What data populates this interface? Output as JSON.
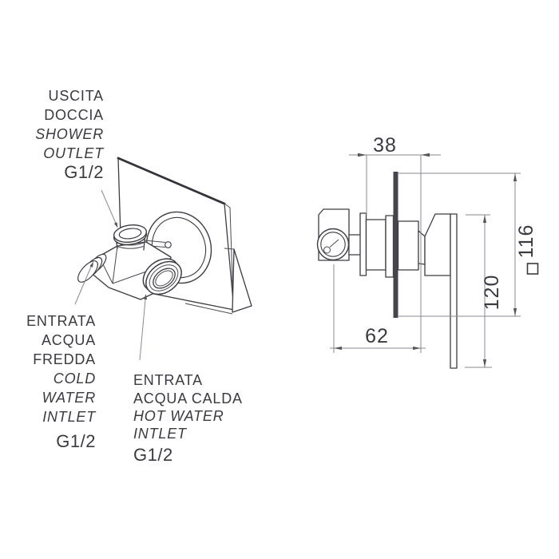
{
  "drawing": {
    "kind": "shower mixer technical drawing",
    "labels": {
      "shower_outlet": {
        "lines": [
          "USCITA",
          "DOCCIA",
          "SHOWER",
          "OUTLET"
        ],
        "thread": "G1/2"
      },
      "cold_inlet": {
        "lines": [
          "ENTRATA",
          "ACQUA",
          "FREDDA",
          "COLD",
          "WATER",
          "INTLET"
        ],
        "thread": "G1/2"
      },
      "hot_inlet": {
        "lines": [
          "ENTRATA",
          "ACQUA CALDA",
          "HOT WATER",
          "INTLET"
        ],
        "thread": "G1/2"
      }
    },
    "dimensions": {
      "depth_38": "38",
      "depth_62": "62",
      "handle_120": "120",
      "plate_116": "116",
      "square_symbol": "□"
    }
  }
}
